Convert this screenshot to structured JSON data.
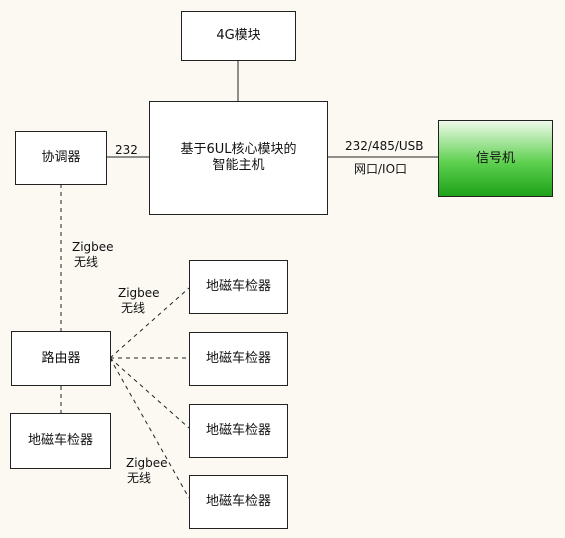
{
  "nodes": {
    "module_4g": "4G模块",
    "host_line1": "基于6UL核心模块的",
    "host_line2": "智能主机",
    "coordinator": "协调器",
    "signal": "信号机",
    "router": "路由器",
    "sensor_local": "地磁车检器",
    "sensor_1": "地磁车检器",
    "sensor_2": "地磁车检器",
    "sensor_3": "地磁车检器",
    "sensor_4": "地磁车检器"
  },
  "labels": {
    "link_232": "232",
    "link_232_485_usb": "232/485/USB",
    "link_net_io": "网口/IO口",
    "zigbee_a_line1": "Zigbee",
    "zigbee_a_line2": "无线",
    "zigbee_b_line1": "Zigbee",
    "zigbee_b_line2": "无线",
    "zigbee_c_line1": "Zigbee",
    "zigbee_c_line2": "无线"
  },
  "colors": {
    "signal_fill": "#3cc034",
    "line": "#222222",
    "background": "#fbf9f2"
  }
}
